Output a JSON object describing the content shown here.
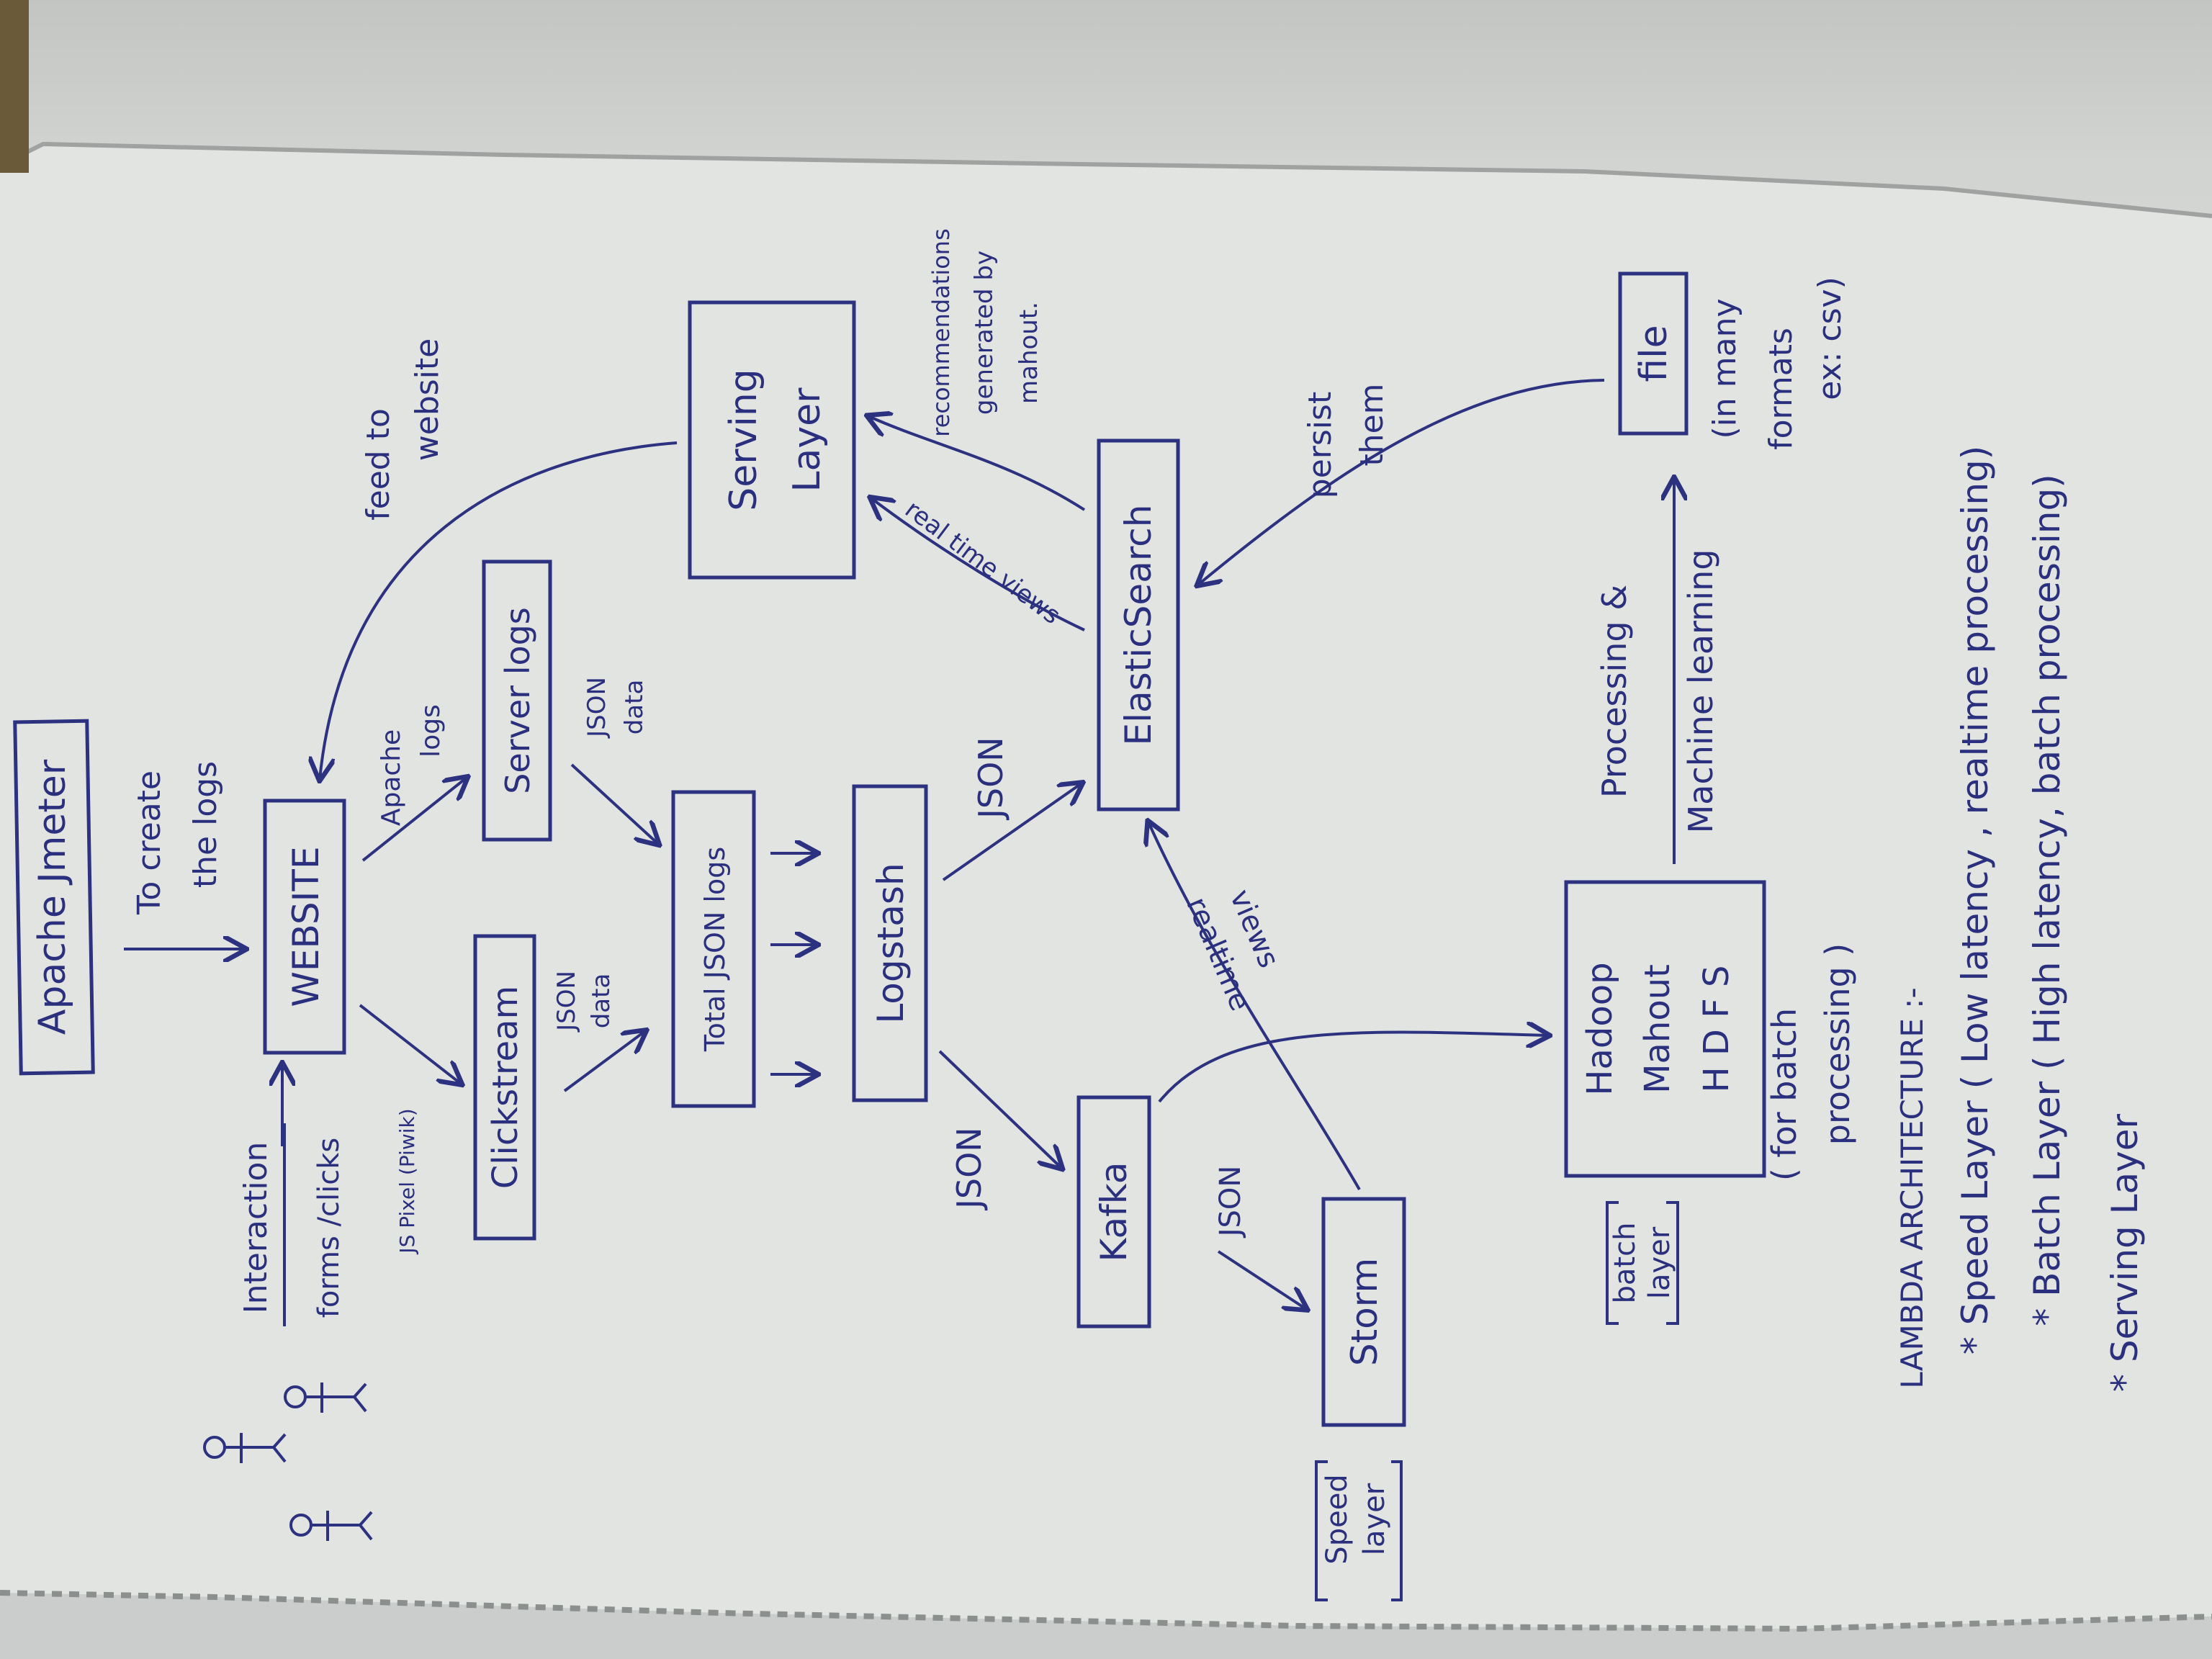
{
  "diagram": {
    "nodes": {
      "apache_jmeter": "Apache Jmeter",
      "website": "WEBSITE",
      "clickstream": "Clickstream",
      "server_logs": "Server logs",
      "total_json_logs": "Total JSON logs",
      "logstash": "Logstash",
      "kafka": "Kafka",
      "storm": "Storm",
      "elasticsearch": "ElasticSearch",
      "serving_layer": [
        "Serving",
        "Layer"
      ],
      "hadoop": [
        "Hadoop",
        "Mahout",
        "H D F S"
      ],
      "file": "file"
    },
    "labels": {
      "to_create_logs": [
        "To create",
        "the logs"
      ],
      "interaction": "Interaction",
      "forms_clicks": "forms /clicks",
      "js_piwik": "JS Pixel (Piwik)",
      "apache_logs": [
        "Apache",
        "logs"
      ],
      "json_data_1": [
        "JSON",
        "data"
      ],
      "json_data_2": [
        "JSON",
        "data"
      ],
      "json_logstash_elastic": "JSON",
      "json_logstash_kafka": "JSON",
      "json_kafka_storm": "JSON",
      "realtime_views": [
        "realtime",
        "views"
      ],
      "real_time_views": "real time views",
      "recommendations": [
        "recommendations",
        "generated by",
        "mahout."
      ],
      "feed_to_website": [
        "feed to",
        "website"
      ],
      "persist_them": [
        "persist",
        "them"
      ],
      "processing": "Processing &",
      "machine_learning": "Machine learning",
      "file_note": [
        "(in many",
        "formats",
        "ex: csv)"
      ],
      "for_batch": [
        "( for batch",
        "processing )"
      ],
      "speed_layer_tag": [
        "Speed",
        "layer"
      ],
      "batch_layer_tag": [
        "batch",
        "layer"
      ]
    },
    "legend": {
      "title": "LAMBDA ARCHITECTURE :-",
      "items": [
        "* Speed Layer  ( Low latency , realtime processing)",
        "* Batch Layer ( High latency, batch processing)",
        "* Serving Layer"
      ]
    }
  }
}
